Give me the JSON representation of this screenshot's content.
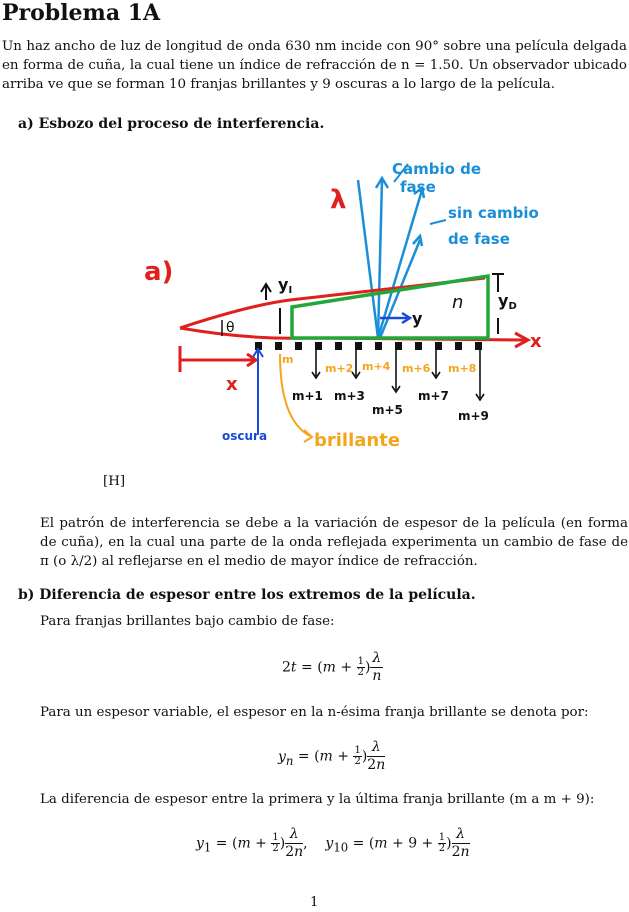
{
  "title": "Problema 1A",
  "intro": "Un haz ancho de luz de longitud de onda 630 nm incide con 90° sobre una película delgada en forma de cuña, la cual tiene un índice de refracción de n = 1.50. Un observador ubicado arriba ve que se forman 10 franjas brillantes y 9 oscuras a lo largo de la película.",
  "section_a": "a)  Esbozo del proceso de interferencia.",
  "figure_placement": "[H]",
  "figure": {
    "label_a": "a)",
    "lambda": "λ",
    "cambio_1": "Cambio de",
    "cambio_2": "fase",
    "sin_1": "sin cambio",
    "sin_2": "de fase",
    "y_i": "y",
    "y_i_sub": "I",
    "y_d": "y",
    "y_d_sub": "D",
    "theta": "θ",
    "n": "n",
    "y_arrow": "y",
    "x_axis": "x",
    "x_len": "x",
    "bright_labels": [
      "m",
      "m+2",
      "m+4",
      "m+6",
      "m+8"
    ],
    "dark_labels": [
      "m+1",
      "m+3",
      "m+5",
      "m+7",
      "m+9"
    ],
    "oscura": "oscura",
    "brillante": "brillante"
  },
  "para1": "El patrón de interferencia se debe a la variación de espesor de la película (en forma de cuña), en la cual una parte de la onda reflejada experimenta un cambio de fase de π (o λ/2) al reflejarse en el medio de mayor índice de refracción.",
  "section_b": "b)  Diferencia de espesor entre los extremos de la película.",
  "para2": "Para franjas brillantes bajo cambio de fase:",
  "para3": "Para un espesor variable, el espesor en la n-ésima franja brillante se denota por:",
  "para4": "La diferencia de espesor entre la primera y la última franja brillante (m a m + 9):",
  "page_number": "1"
}
